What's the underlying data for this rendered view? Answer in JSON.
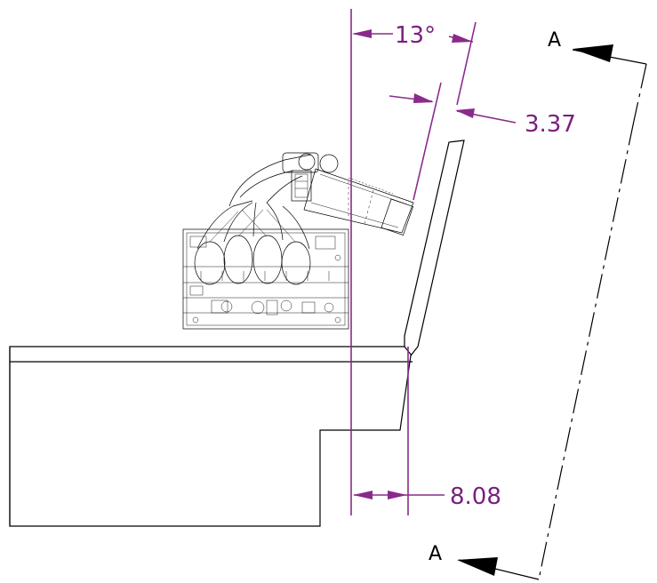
{
  "dimensions": {
    "angle": "13°",
    "offset_top": "3.37",
    "offset_bottom": "8.08"
  },
  "section": {
    "label_top": "A",
    "label_bottom": "A"
  },
  "colors": {
    "dimension": "#8a2a8c",
    "geometry": "#000000"
  }
}
